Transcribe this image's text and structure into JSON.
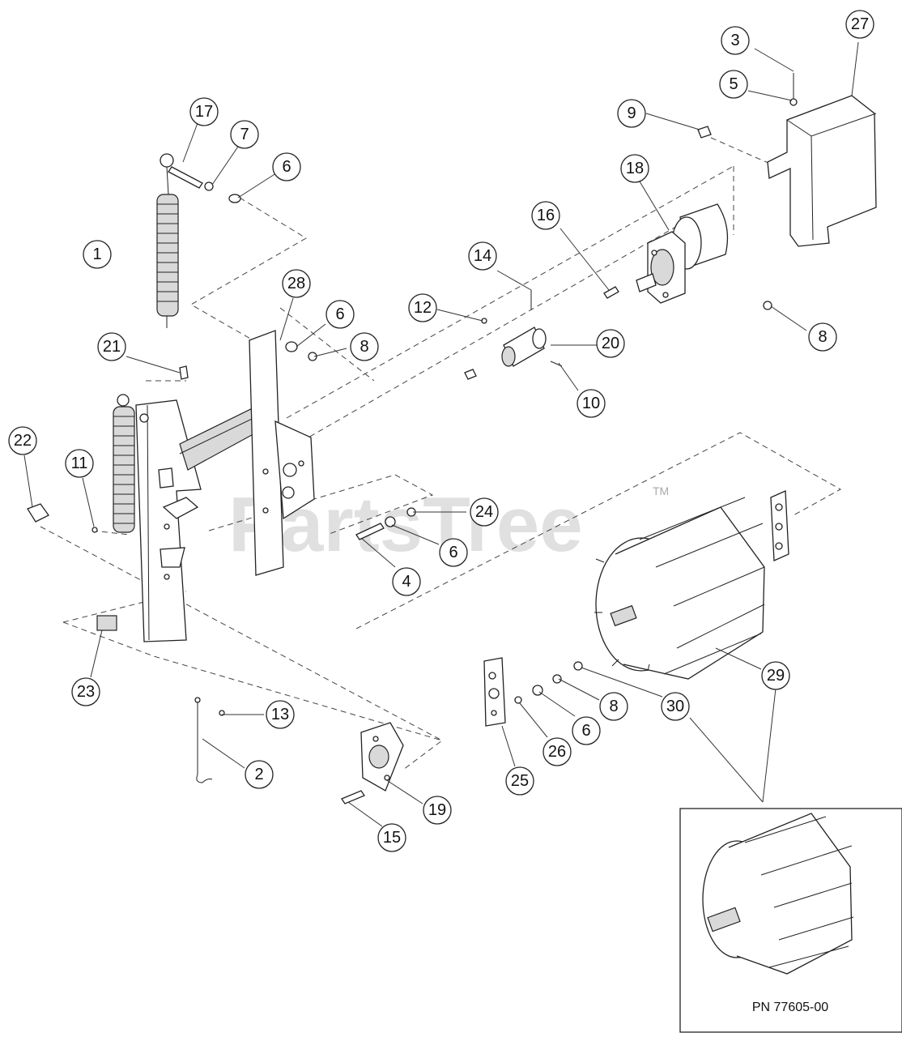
{
  "watermark": {
    "text": "PartsTree",
    "mark": "TM"
  },
  "inset": {
    "part_number": "PN 77605-00"
  },
  "callouts": [
    {
      "label": "1"
    },
    {
      "label": "2"
    },
    {
      "label": "3"
    },
    {
      "label": "4"
    },
    {
      "label": "5"
    },
    {
      "label": "6"
    },
    {
      "label": "6"
    },
    {
      "label": "6"
    },
    {
      "label": "6"
    },
    {
      "label": "7"
    },
    {
      "label": "8"
    },
    {
      "label": "8"
    },
    {
      "label": "8"
    },
    {
      "label": "9"
    },
    {
      "label": "10"
    },
    {
      "label": "11"
    },
    {
      "label": "12"
    },
    {
      "label": "13"
    },
    {
      "label": "14"
    },
    {
      "label": "15"
    },
    {
      "label": "16"
    },
    {
      "label": "17"
    },
    {
      "label": "18"
    },
    {
      "label": "19"
    },
    {
      "label": "20"
    },
    {
      "label": "21"
    },
    {
      "label": "22"
    },
    {
      "label": "23"
    },
    {
      "label": "24"
    },
    {
      "label": "25"
    },
    {
      "label": "26"
    },
    {
      "label": "27"
    },
    {
      "label": "28"
    },
    {
      "label": "29"
    },
    {
      "label": "30"
    }
  ]
}
